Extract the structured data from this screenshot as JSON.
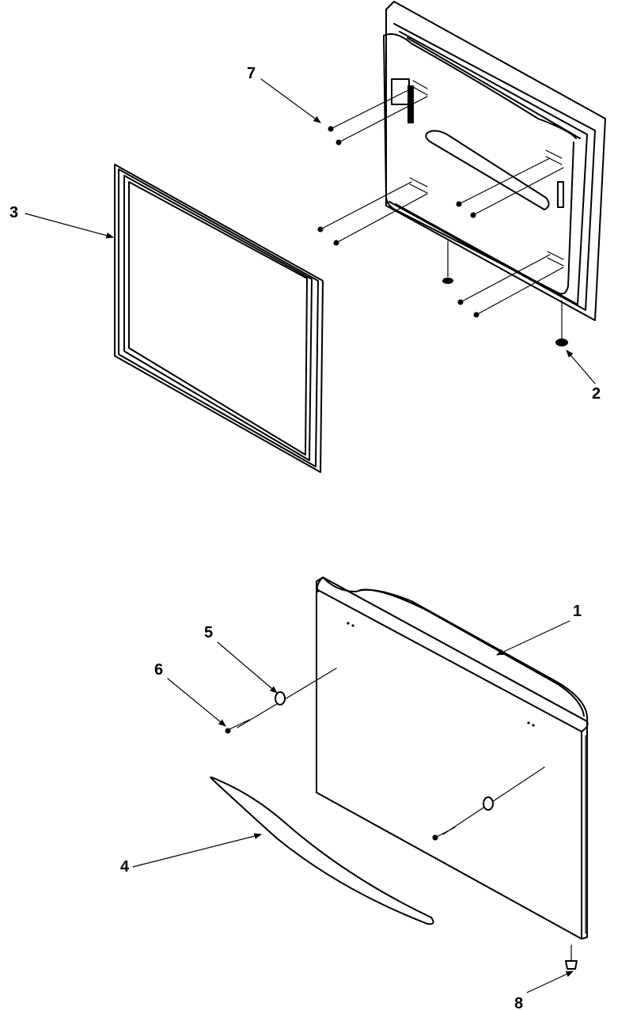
{
  "diagram": {
    "callouts": [
      {
        "id": "7",
        "label": "7"
      },
      {
        "id": "3",
        "label": "3"
      },
      {
        "id": "2",
        "label": "2"
      },
      {
        "id": "1",
        "label": "1"
      },
      {
        "id": "5",
        "label": "5"
      },
      {
        "id": "6",
        "label": "6"
      },
      {
        "id": "4",
        "label": "4"
      },
      {
        "id": "8",
        "label": "8"
      }
    ]
  }
}
